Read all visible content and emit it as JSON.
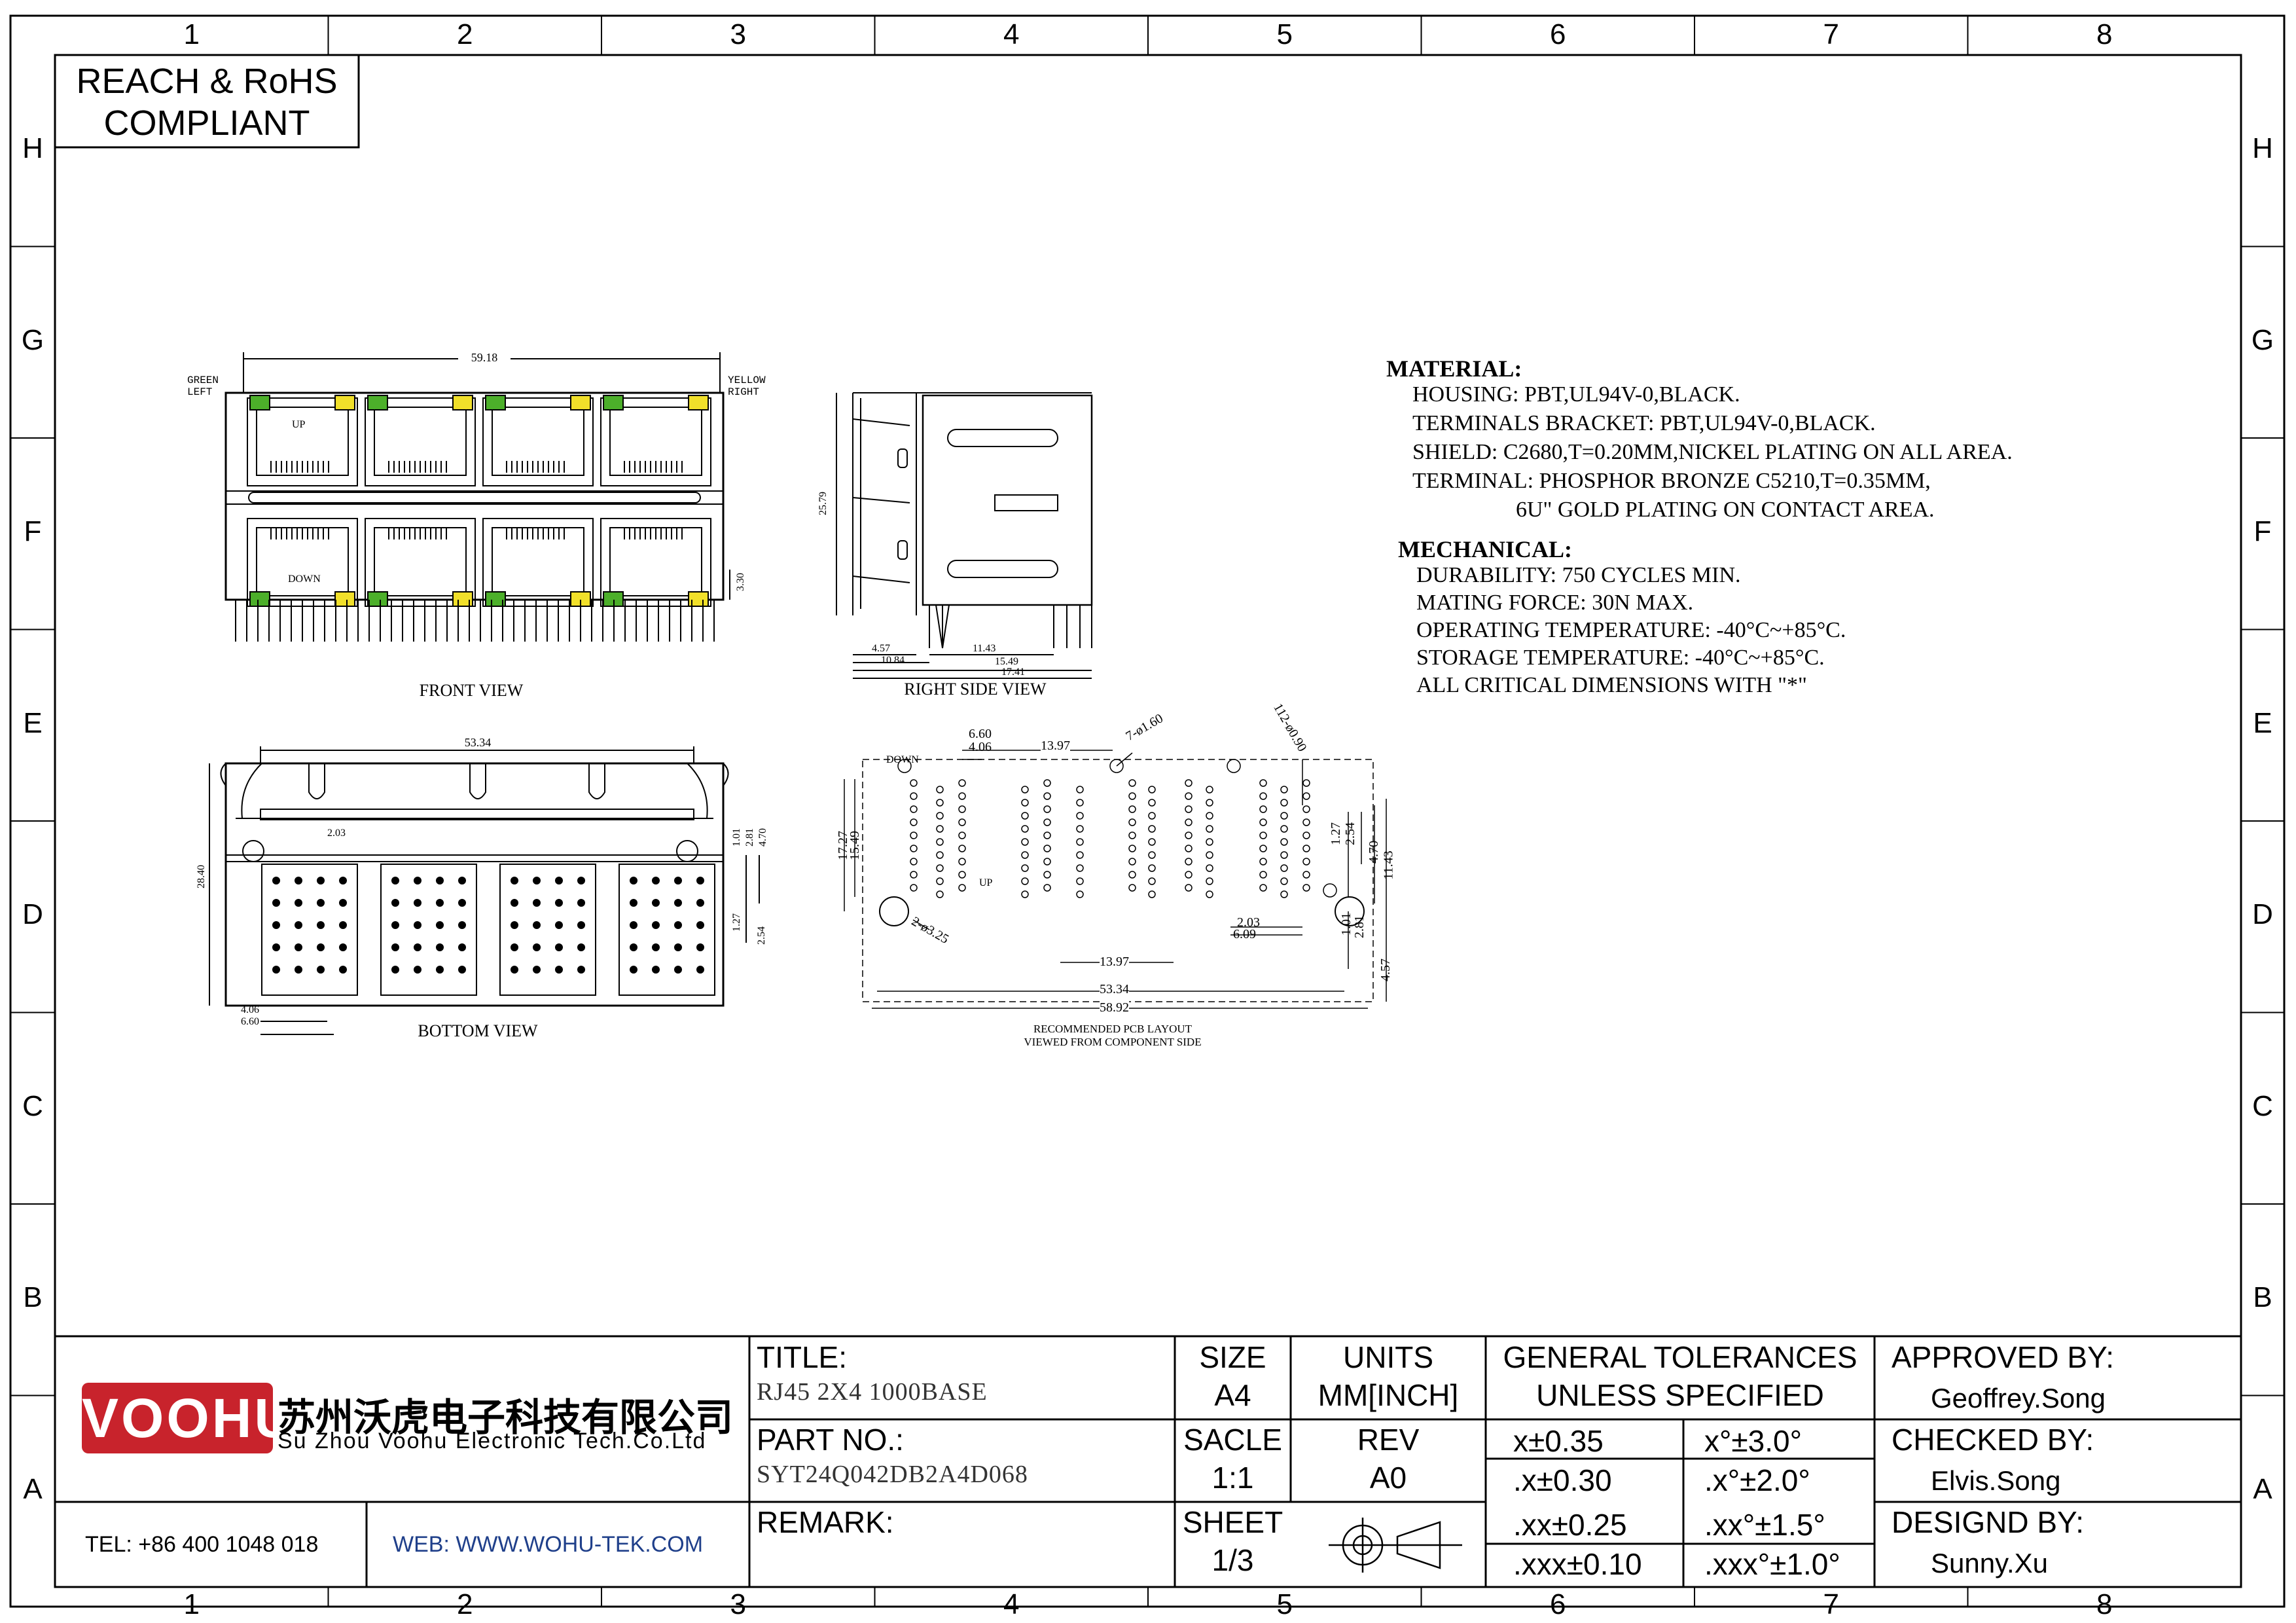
{
  "zones": {
    "columns": [
      "1",
      "2",
      "3",
      "4",
      "5",
      "6",
      "7",
      "8"
    ],
    "rows": [
      "H",
      "G",
      "F",
      "E",
      "D",
      "C",
      "B",
      "A"
    ]
  },
  "compliance": {
    "line1": "REACH & RoHS",
    "line2": "COMPLIANT"
  },
  "front_view": {
    "label": "FRONT VIEW",
    "dim_width": "59.18",
    "dim_3_30": "3.30",
    "green_line1": "GREEN",
    "green_line2": "LEFT",
    "yellow_line1": "YELLOW",
    "yellow_line2": "RIGHT",
    "up": "UP",
    "down": "DOWN"
  },
  "right_view": {
    "label": "RIGHT SIDE VIEW",
    "dim_height": "25.79",
    "dim_4_57": "4.57",
    "dim_10_84": "10.84",
    "dim_11_43": "11.43",
    "dim_15_49": "15.49",
    "dim_17_41": "17.41"
  },
  "bottom_view": {
    "label": "BOTTOM VIEW",
    "dim_53_34": "53.34",
    "dim_28_40": "28.40",
    "dim_2_03": "2.03",
    "dim_1_01": "1.01",
    "dim_2_81": "2.81",
    "dim_4_70": "4.70",
    "dim_1_27": "1.27",
    "dim_2_54": "2.54",
    "dim_4_06": "4.06",
    "dim_6_60": "6.60"
  },
  "pcb_layout": {
    "label_line1": "RECOMMENDED PCB LAYOUT",
    "label_line2": "VIEWED FROM COMPONENT SIDE",
    "dim_6_60": "6.60",
    "dim_4_06": "4.06",
    "dim_13_97_top": "13.97",
    "hole_1_60": "7-ø1.60",
    "hole_0_90": "112-ø0.90",
    "dim_17_27": "17.27",
    "dim_15_49": "15.49",
    "hole_3_25": "2-ø3.25",
    "dim_13_97_bottom": "13.97",
    "dim_53_34": "53.34",
    "dim_58_92": "58.92",
    "dim_1_27": "1.27",
    "dim_2_54": "2.54",
    "dim_4_70": "4.70",
    "dim_11_43": "11.43",
    "dim_2_03": "2.03",
    "dim_6_09": "6.09",
    "dim_1_01": "1.01",
    "dim_2_81": "2.81",
    "dim_4_57": "4.57",
    "down": "DOWN",
    "up": "UP"
  },
  "material": {
    "heading": "MATERIAL:",
    "lines": [
      "HOUSING: PBT,UL94V-0,BLACK.",
      "TERMINALS BRACKET: PBT,UL94V-0,BLACK.",
      "SHIELD: C2680,T=0.20MM,NICKEL PLATING ON ALL AREA.",
      "TERMINAL: PHOSPHOR BRONZE C5210,T=0.35MM,",
      "6U\" GOLD PLATING ON CONTACT AREA."
    ]
  },
  "mechanical": {
    "heading": "MECHANICAL:",
    "lines": [
      "DURABILITY: 750 CYCLES MIN.",
      "MATING FORCE: 30N MAX.",
      "OPERATING TEMPERATURE: -40°C~+85°C.",
      "STORAGE TEMPERATURE: -40°C~+85°C.",
      "ALL CRITICAL DIMENSIONS WITH \"*\""
    ]
  },
  "title_block": {
    "logo_text": "VOOHU",
    "company_cn": "苏州沃虎电子科技有限公司",
    "company_en": "Su Zhou Voohu Electronic Tech.Co.Ltd",
    "tel": "TEL: +86 400 1048 018",
    "web": "WEB: WWW.WOHU-TEK.COM",
    "title_label": "TITLE:",
    "title_value": "RJ45 2X4 1000BASE",
    "part_label": "PART NO.:",
    "part_value": "SYT24Q042DB2A4D068",
    "remark_label": "REMARK:",
    "size_label": "SIZE",
    "size_value": "A4",
    "units_label": "UNITS",
    "units_value": "MM[INCH]",
    "scale_label": "SACLE",
    "scale_value": "1:1",
    "rev_label": "REV",
    "rev_value": "A0",
    "sheet_label": "SHEET",
    "sheet_value": "1/3",
    "tol_line1": "GENERAL TOLERANCES",
    "tol_line2": "UNLESS SPECIFIED",
    "tolerances": [
      [
        "x±0.35",
        "x°±3.0°"
      ],
      [
        ".x±0.30",
        ".x°±2.0°"
      ],
      [
        ".xx±0.25",
        ".xx°±1.5°"
      ],
      [
        ".xxx±0.10",
        ".xxx°±1.0°"
      ]
    ],
    "approved_label": "APPROVED BY:",
    "approved_value": "Geoffrey.Song",
    "checked_label": "CHECKED BY:",
    "checked_value": "Elvis.Song",
    "design_label": "DESIGND BY:",
    "design_value": "Sunny.Xu"
  }
}
